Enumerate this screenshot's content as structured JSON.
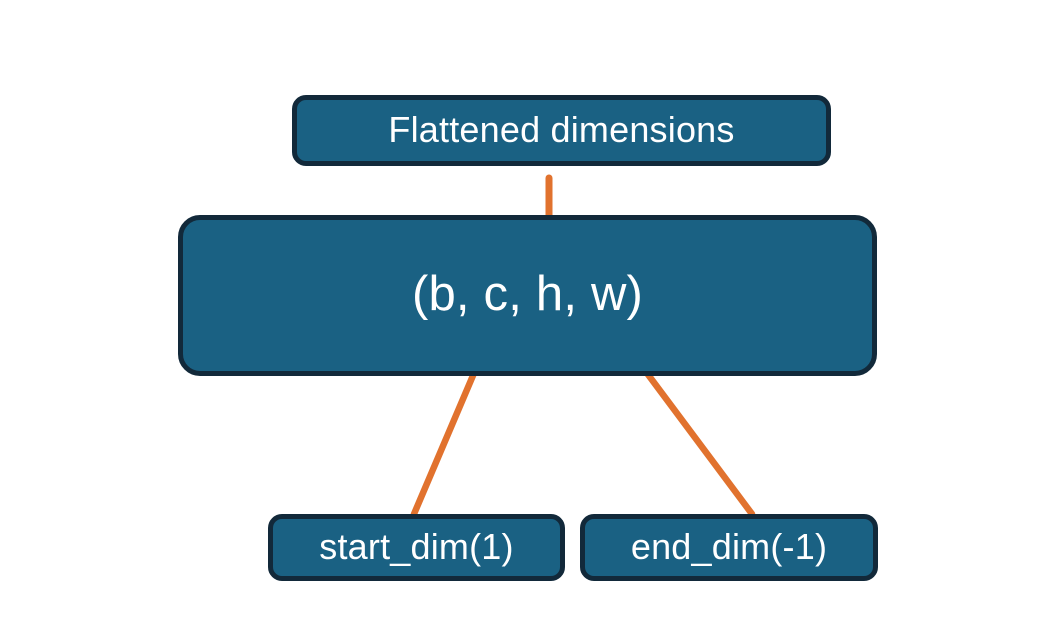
{
  "diagram": {
    "title": "PyTorch flatten start_dim and end_dim illustration",
    "background_color": "#ffffff",
    "node_fill_color": "#1a6183",
    "node_border_color": "#12293a",
    "node_text_color": "#ffffff",
    "connector_color": "#e1722e",
    "nodes": [
      {
        "id": "flattened-dimensions",
        "label": "Flattened dimensions",
        "role": "annotation-box"
      },
      {
        "id": "tensor-shape",
        "label": "(b, c, h, w)",
        "role": "tensor-shape-box"
      },
      {
        "id": "start-dim",
        "label": "start_dim(1)",
        "role": "argument-box"
      },
      {
        "id": "end-dim",
        "label": "end_dim(-1)",
        "role": "argument-box"
      }
    ],
    "connectors": [
      {
        "id": "brace-flattened",
        "type": "curly-brace",
        "from": "tensor-shape",
        "to": "flattened-dimensions",
        "spans_dimensions": "c, h, w"
      },
      {
        "id": "arrow-start-dim",
        "type": "arrow",
        "from": "start-dim",
        "to": "tensor-shape",
        "points_at_dimension": "c"
      },
      {
        "id": "arrow-end-dim",
        "type": "arrow",
        "from": "end-dim",
        "to": "tensor-shape",
        "points_at_dimension": "w"
      }
    ]
  }
}
